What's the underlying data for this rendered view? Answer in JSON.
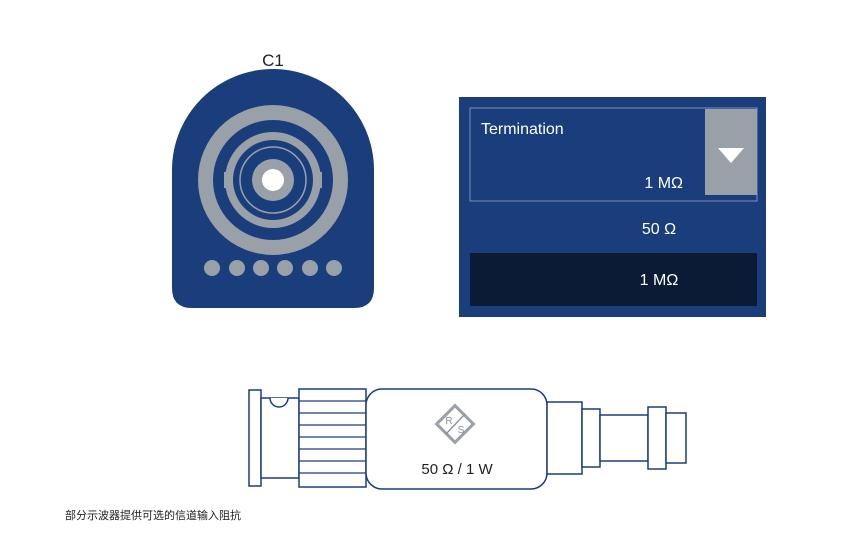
{
  "channel": {
    "label": "C1"
  },
  "termination_menu": {
    "title": "Termination",
    "current_value": "1 MΩ",
    "options": [
      "50 Ω",
      "1 MΩ"
    ],
    "selected_option": "1 MΩ"
  },
  "adapter": {
    "logo_letters": "RS",
    "rating": "50 Ω / 1 W"
  },
  "caption": "部分示波器提供可选的信道输入阻抗",
  "colors": {
    "navy": "#1a3e7c",
    "dark_navy": "#0b1b36",
    "gray": "#9aa0a8",
    "outline": "#1a3e7c"
  }
}
